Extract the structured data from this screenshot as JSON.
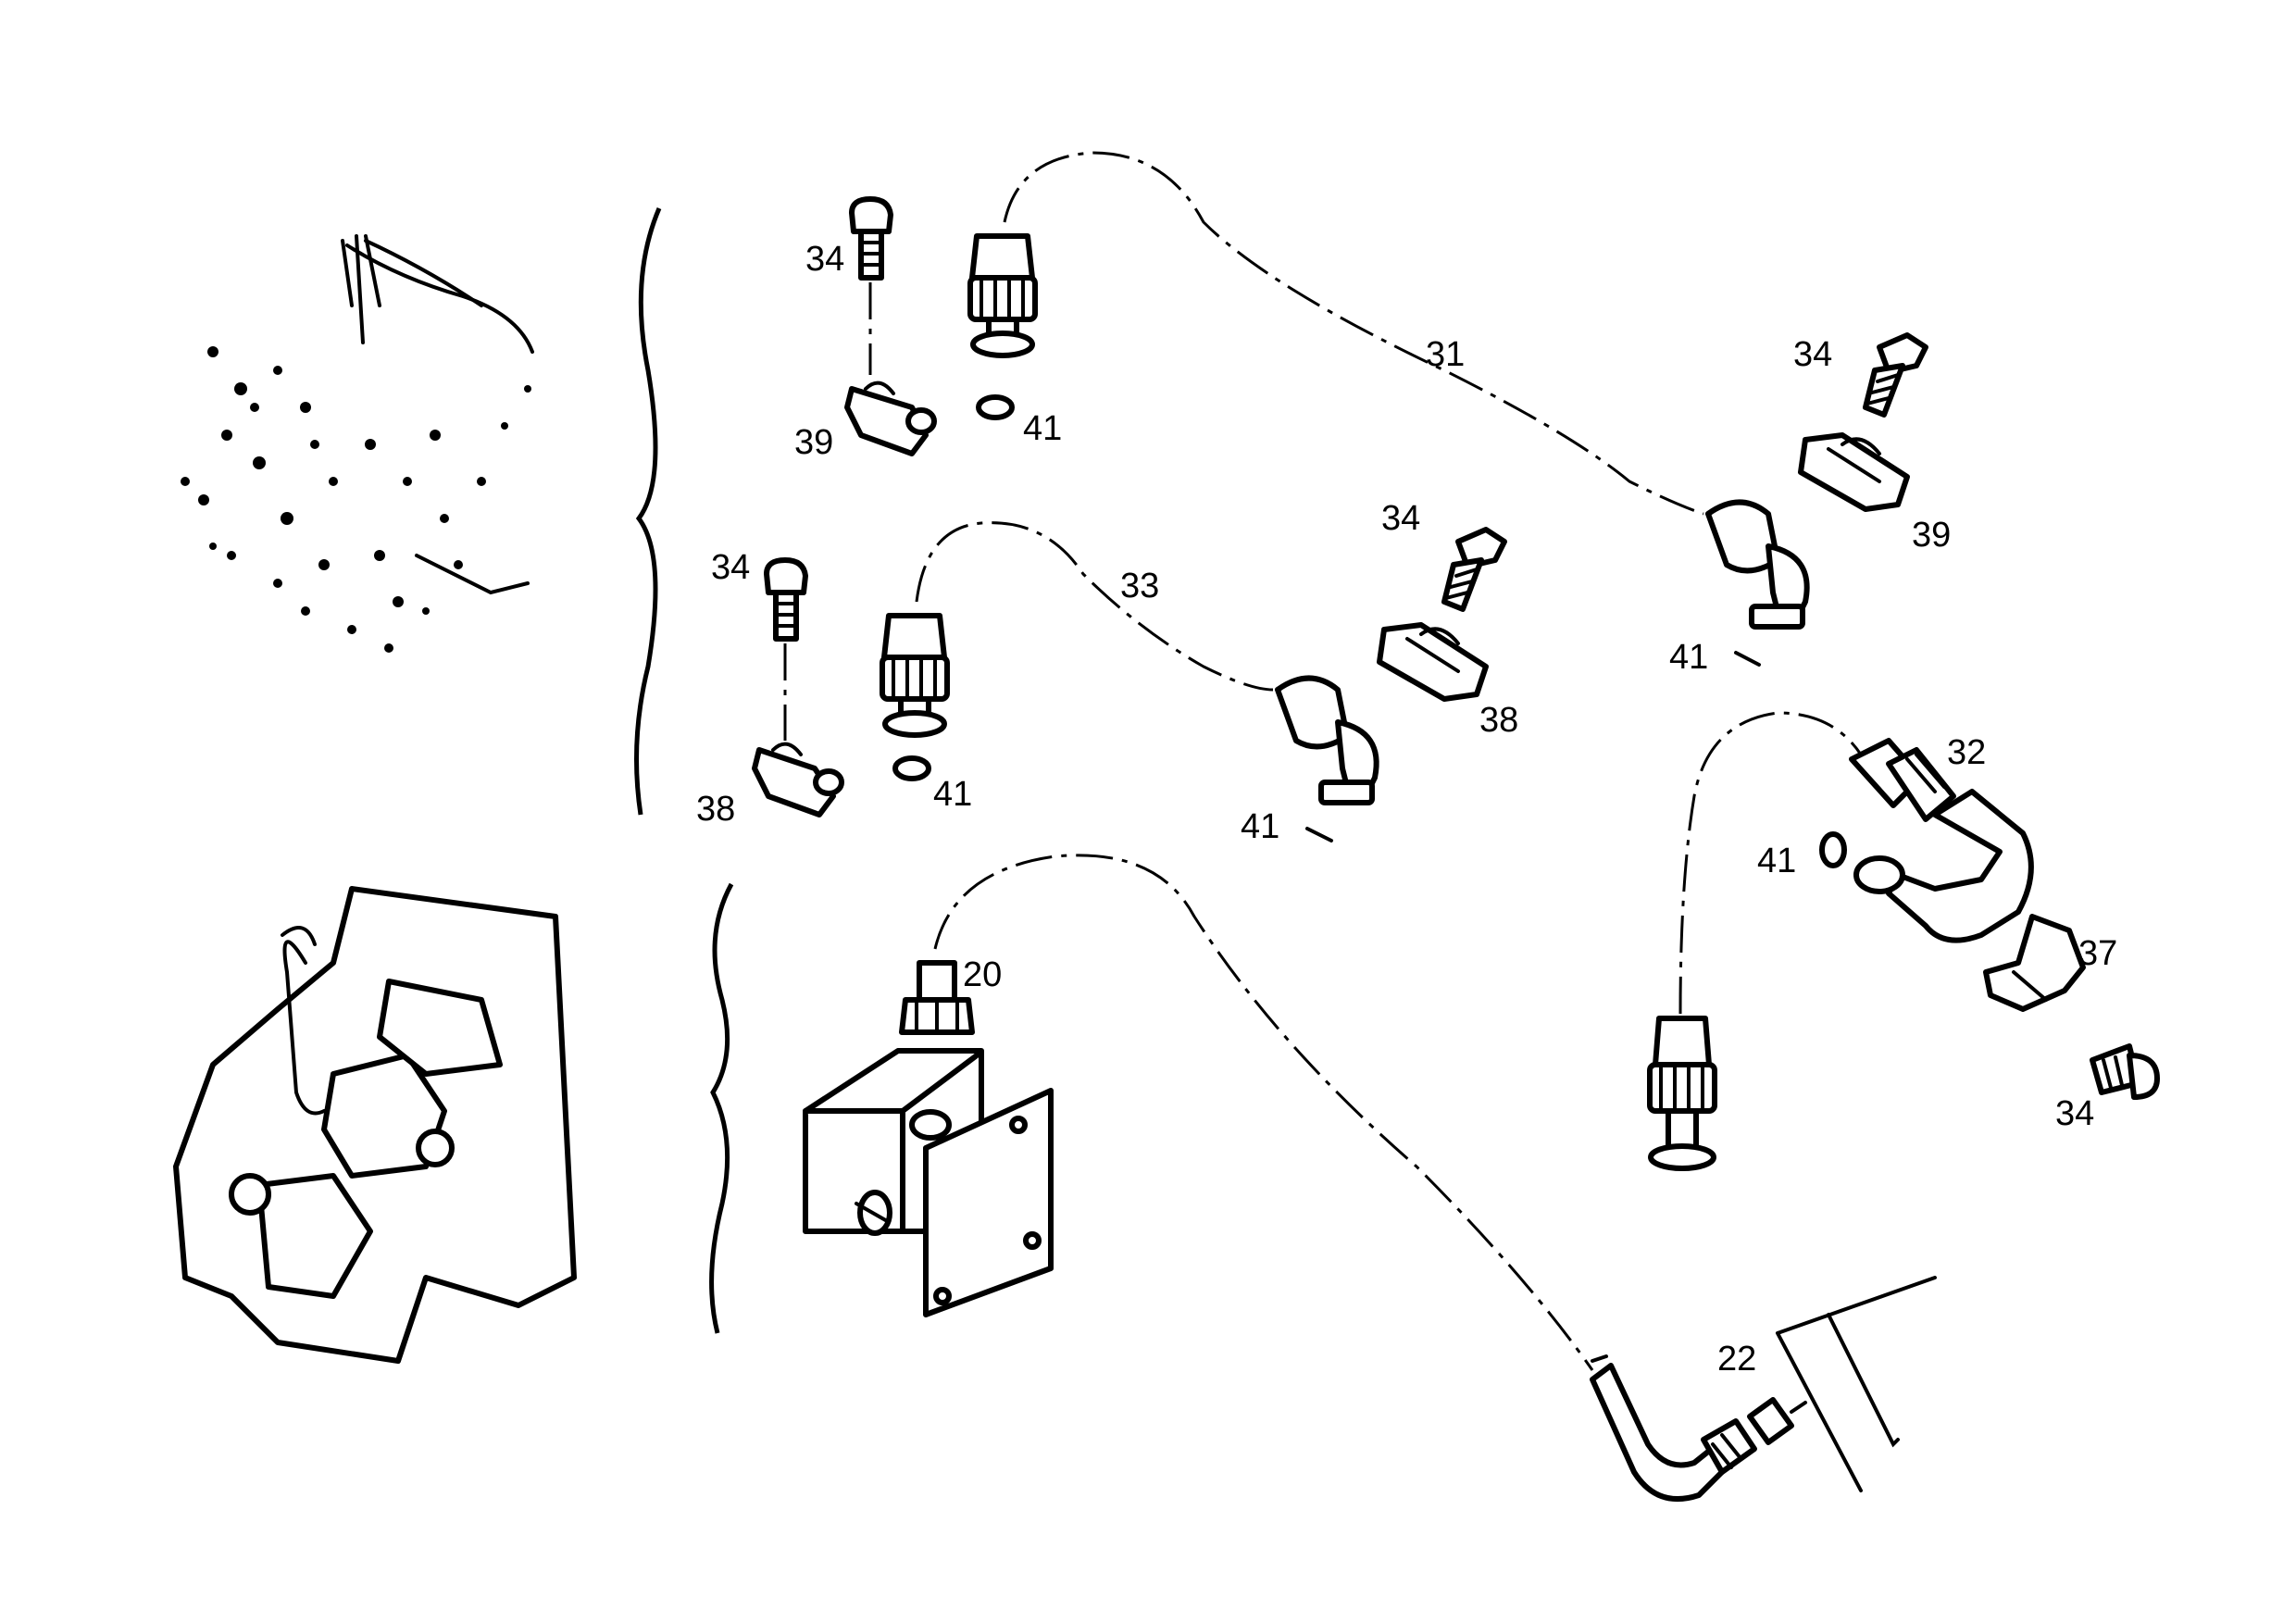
{
  "callouts": {
    "c34a": "34",
    "c39a": "39",
    "c41a": "41",
    "c31": "31",
    "c34b": "34",
    "c39b": "39",
    "c41b": "41",
    "c34c": "34",
    "c33": "33",
    "c34d": "34",
    "c38a": "38",
    "c38b": "38",
    "c41c": "41",
    "c41d": "41",
    "c32": "32",
    "c41e": "41",
    "c37": "37",
    "c34e": "34",
    "c20": "20",
    "c22": "22"
  }
}
